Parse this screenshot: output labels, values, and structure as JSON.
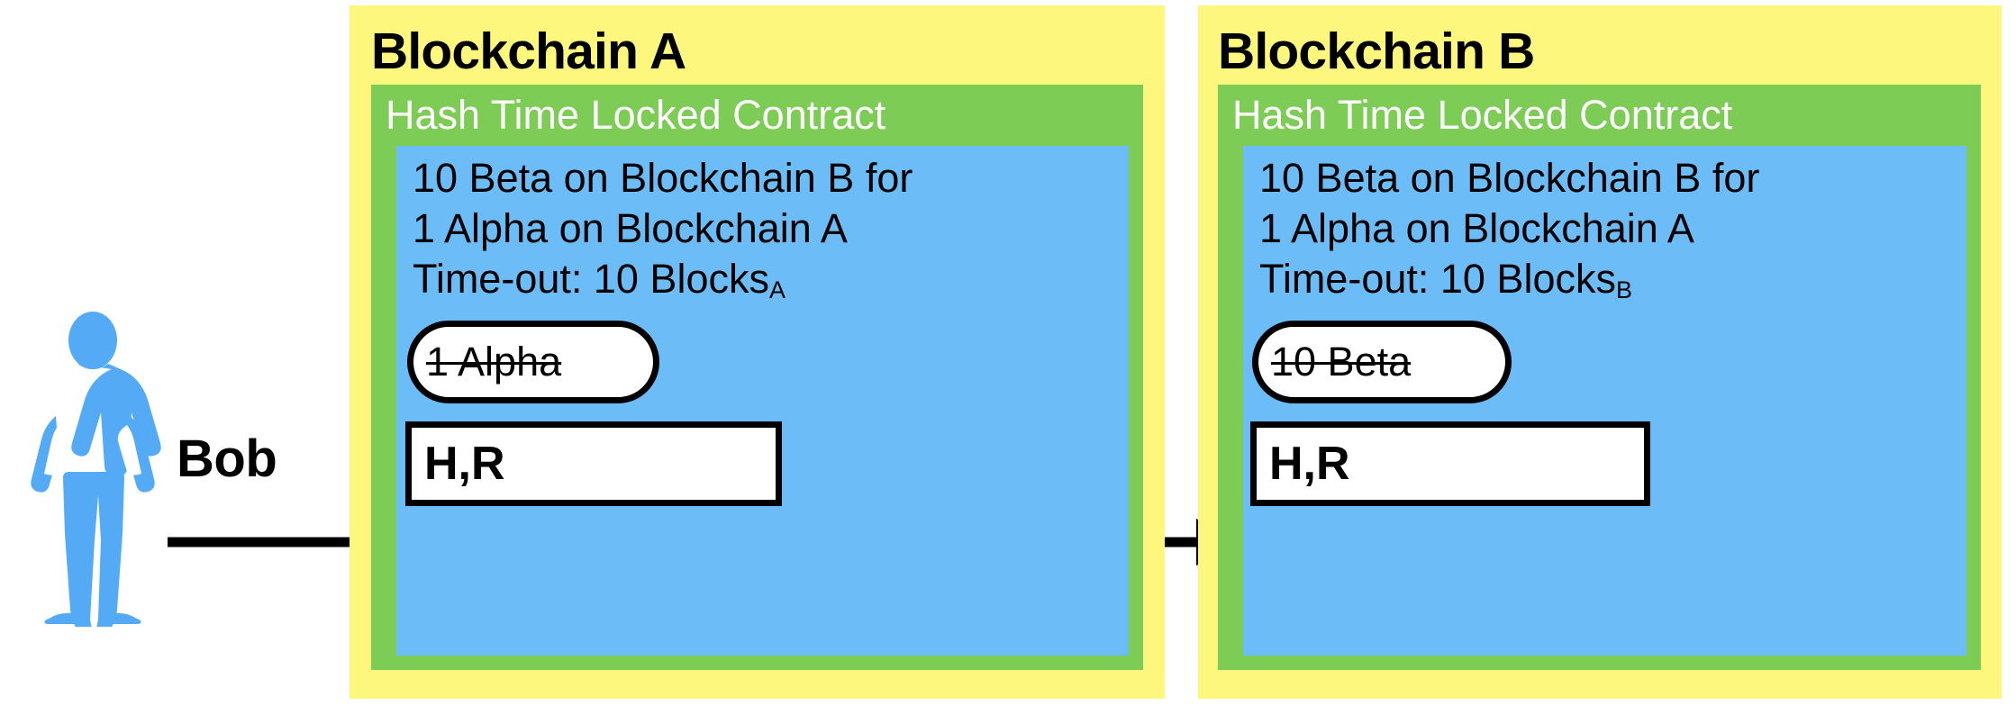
{
  "actor": {
    "name": "Bob",
    "icon": "person-silhouette-icon",
    "color": "#55AAF5"
  },
  "arrow": {
    "icon": "right-arrow-icon",
    "color": "#000000"
  },
  "colors": {
    "chain_background": "#FDF77D",
    "contract_background": "#7DCC55",
    "terms_background": "#6CBCF7",
    "box_border": "#000000",
    "box_fill": "#FFFFFF"
  },
  "chains": [
    {
      "title": "Blockchain A",
      "contract": {
        "title": "Hash Time Locked Contract",
        "terms": [
          {
            "text": "10 Beta on Blockchain B for",
            "subscript": ""
          },
          {
            "text": "1 Alpha on Blockchain A",
            "subscript": ""
          },
          {
            "text": "Time-out: 10 Blocks",
            "subscript": "A"
          }
        ],
        "asset": {
          "label": "1 Alpha",
          "struck_through": true
        },
        "secret": {
          "label": "H,R"
        }
      }
    },
    {
      "title": "Blockchain B",
      "contract": {
        "title": "Hash Time Locked Contract",
        "terms": [
          {
            "text": "10 Beta on Blockchain B for",
            "subscript": ""
          },
          {
            "text": "1 Alpha on Blockchain A",
            "subscript": ""
          },
          {
            "text": "Time-out: 10 Blocks",
            "subscript": "B"
          }
        ],
        "asset": {
          "label": "10 Beta",
          "struck_through": true
        },
        "secret": {
          "label": "H,R"
        }
      }
    }
  ]
}
